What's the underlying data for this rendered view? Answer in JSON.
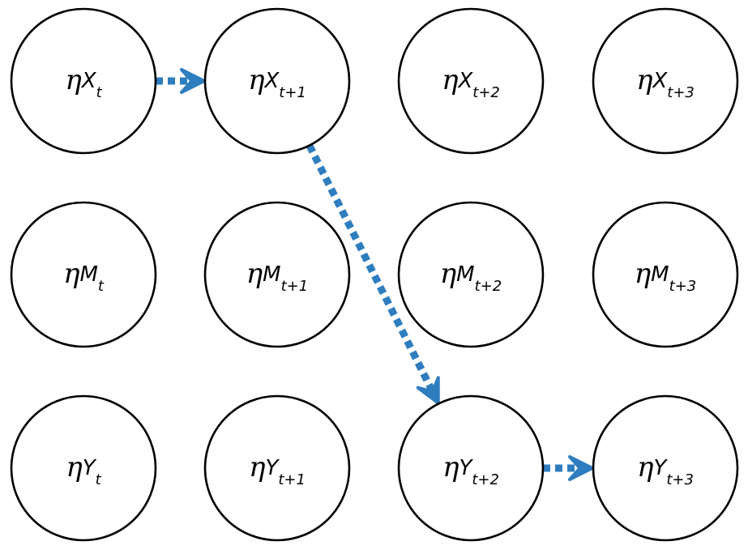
{
  "diagram": {
    "symbol": "η",
    "nodes": [
      {
        "id": "xt",
        "var": "X",
        "sub": "t"
      },
      {
        "id": "xt1",
        "var": "X",
        "sub": "t+1"
      },
      {
        "id": "xt2",
        "var": "X",
        "sub": "t+2"
      },
      {
        "id": "xt3",
        "var": "X",
        "sub": "t+3"
      },
      {
        "id": "mt",
        "var": "M",
        "sub": "t"
      },
      {
        "id": "mt1",
        "var": "M",
        "sub": "t+1"
      },
      {
        "id": "mt2",
        "var": "M",
        "sub": "t+2"
      },
      {
        "id": "mt3",
        "var": "M",
        "sub": "t+3"
      },
      {
        "id": "yt",
        "var": "Y",
        "sub": "t"
      },
      {
        "id": "yt1",
        "var": "Y",
        "sub": "t+1"
      },
      {
        "id": "yt2",
        "var": "Y",
        "sub": "t+2"
      },
      {
        "id": "yt3",
        "var": "Y",
        "sub": "t+3"
      }
    ],
    "edges": [
      {
        "from": "xt",
        "to": "xt1",
        "style": "dashed"
      },
      {
        "from": "xt1",
        "to": "yt2",
        "style": "dashed"
      },
      {
        "from": "yt2",
        "to": "yt3",
        "style": "dashed"
      }
    ],
    "colors": {
      "arrow": "#2e7dbf",
      "node_stroke": "#000000",
      "node_fill": "#ffffff"
    }
  }
}
